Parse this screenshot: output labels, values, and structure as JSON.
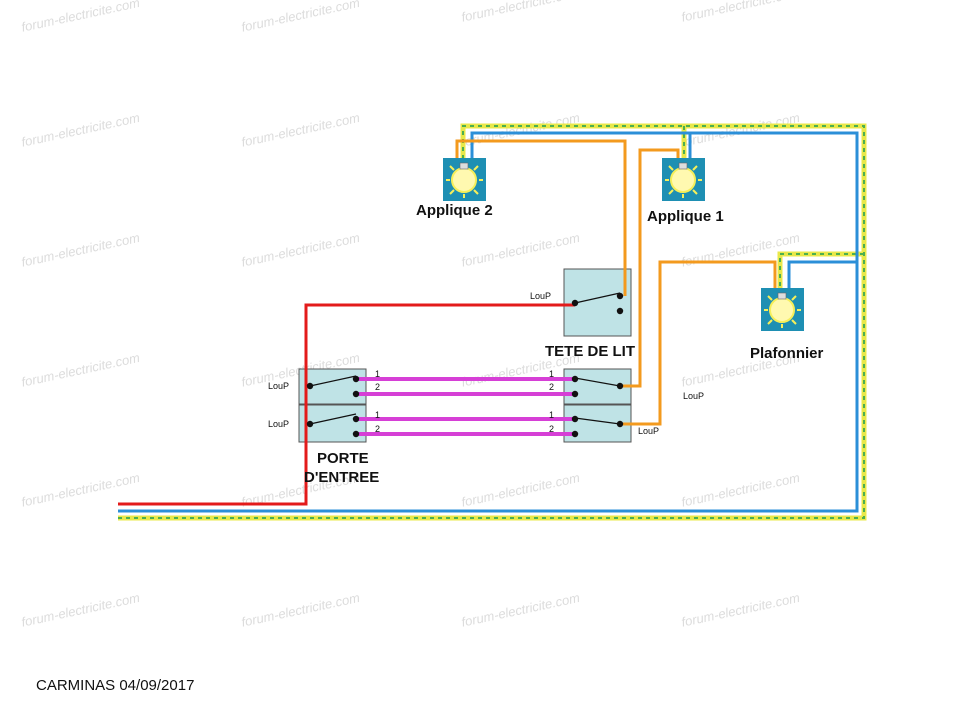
{
  "watermark": "forum-electricite.com",
  "lamps": {
    "applique2": "Applique 2",
    "applique1": "Applique 1",
    "plafonnier": "Plafonnier"
  },
  "switch_groups": {
    "tete_de_lit": "TETE DE LIT",
    "porte_line1": "PORTE",
    "porte_line2": "D'ENTREE"
  },
  "switch_label": "LouP",
  "terminal_1": "1",
  "terminal_2": "2",
  "signature": "CARMINAS 04/09/2017",
  "colors": {
    "phase": "#e31b1b",
    "neutral": "#2b8fd8",
    "earth_yellow": "#e8e84a",
    "earth_green": "#4caf50",
    "return": "#f39a1e",
    "traveller": "#d63fd6",
    "switch_box": "#bfe3e6",
    "lamp_box": "#1e8fb3"
  }
}
